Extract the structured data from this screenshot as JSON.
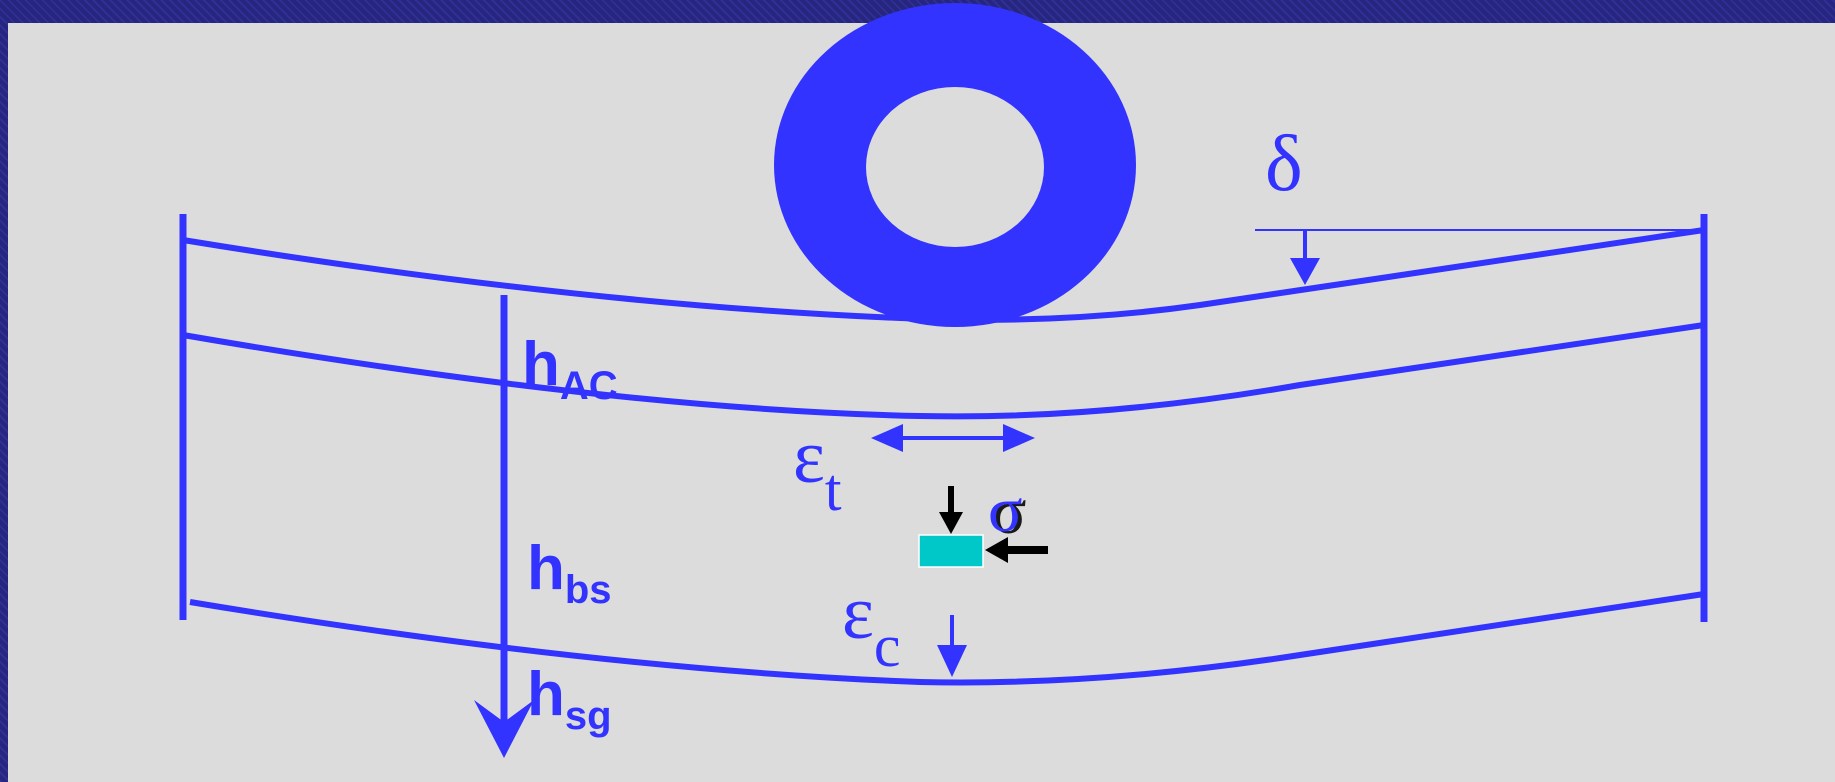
{
  "colors": {
    "line": "#3333ff",
    "slide_background": "#dcdcdc",
    "frame_background": "#2a2a8a",
    "element": "#00c8c8",
    "stress_arrow": "#000000"
  },
  "labels": {
    "delta": "δ",
    "h_ac_main": "h",
    "h_ac_sub": "AC",
    "h_bs_main": "h",
    "h_bs_sub": "bs",
    "h_sg_main": "h",
    "h_sg_sub": "sg",
    "eps_t_main": "ε",
    "eps_t_sub": "t",
    "eps_c_main": "ε",
    "eps_c_sub": "c",
    "sigma": "σ"
  }
}
